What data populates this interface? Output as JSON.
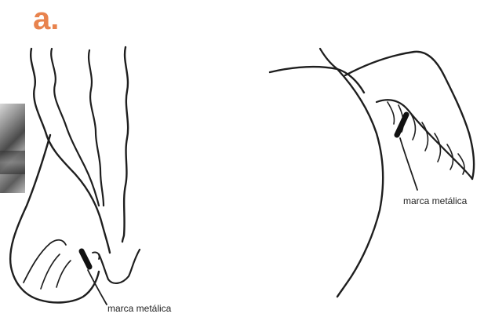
{
  "figure": {
    "panel_label": "a.",
    "label_color": "#e8834e",
    "line_color": "#1e1e1e",
    "marker_color": "#111111"
  },
  "left_illustration": {
    "icon": "hoof-leg-sketch-icon",
    "marker_label": "marca metálica"
  },
  "right_illustration": {
    "icon": "hoof-sole-sketch-icon",
    "marker_label": "marca metálica"
  }
}
